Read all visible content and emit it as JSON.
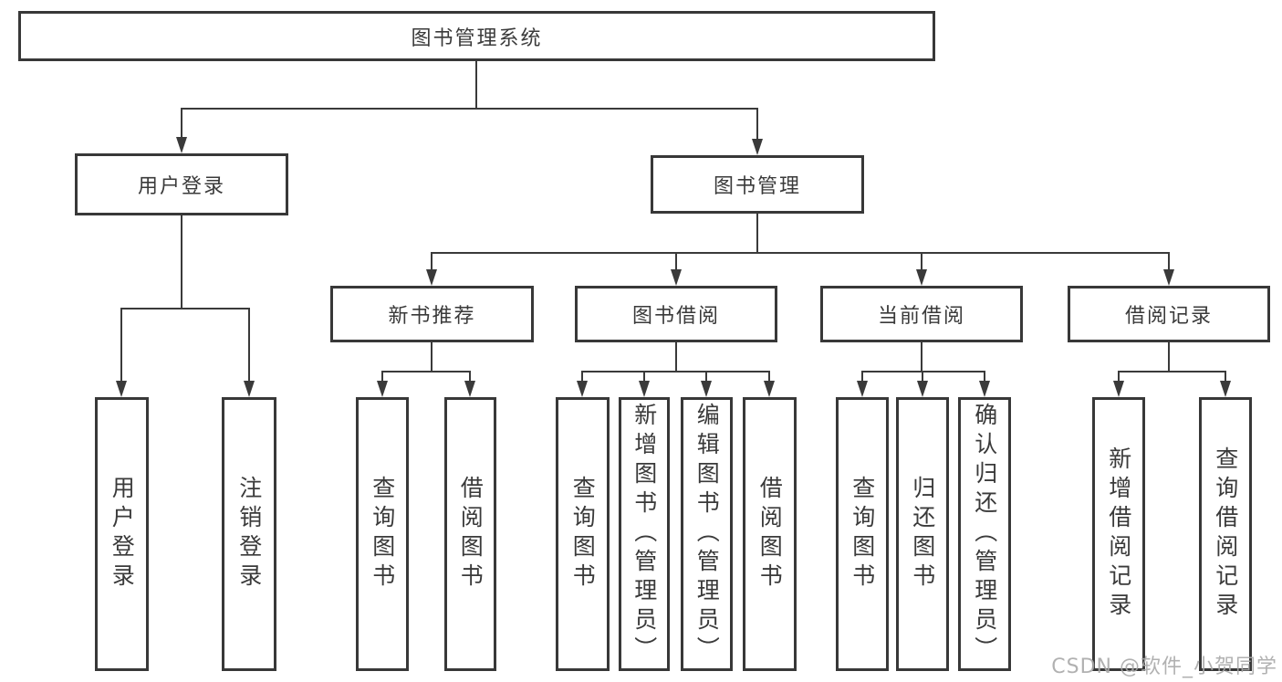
{
  "tree": {
    "label": "图书管理系统",
    "children": [
      {
        "label": "用户登录",
        "children": [
          {
            "label": "用户登录"
          },
          {
            "label": "注销登录"
          }
        ]
      },
      {
        "label": "图书管理",
        "children": [
          {
            "label": "新书推荐",
            "children": [
              {
                "label": "查询图书"
              },
              {
                "label": "借阅图书"
              }
            ]
          },
          {
            "label": "图书借阅",
            "children": [
              {
                "label": "查询图书"
              },
              {
                "label": "新增图书（管理员）"
              },
              {
                "label": "编辑图书（管理员）"
              },
              {
                "label": "借阅图书"
              }
            ]
          },
          {
            "label": "当前借阅",
            "children": [
              {
                "label": "查询图书"
              },
              {
                "label": "归还图书"
              },
              {
                "label": "确认归还（管理员）"
              }
            ]
          },
          {
            "label": "借阅记录",
            "children": [
              {
                "label": "新增借阅记录"
              },
              {
                "label": "查询借阅记录"
              }
            ]
          }
        ]
      }
    ]
  },
  "watermark": "CSDN @软件_小贺同学",
  "colors": {
    "line": "#3a3a3a",
    "border": "#383838",
    "text": "#3a3a3a",
    "watermark": "#a8a8a8"
  }
}
